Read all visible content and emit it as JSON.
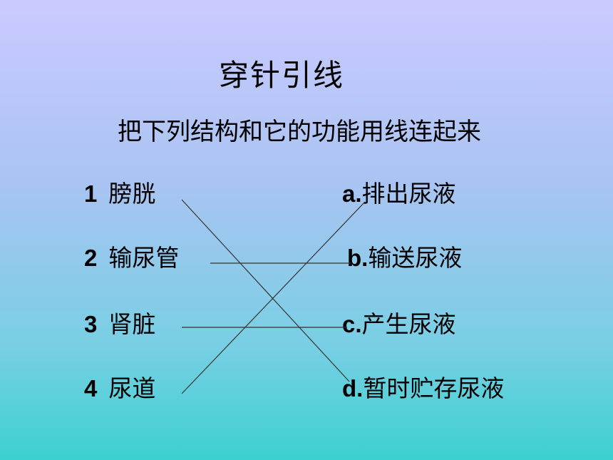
{
  "title": "穿针引线",
  "instruction": "把下列结构和它的功能用线连起来",
  "structures": [
    {
      "num": "1",
      "name": "膀胱"
    },
    {
      "num": "2",
      "name": "输尿管"
    },
    {
      "num": "3",
      "name": "肾脏"
    },
    {
      "num": "4",
      "name": "尿道"
    }
  ],
  "functions": [
    {
      "letter": "a.",
      "text": "排出尿液"
    },
    {
      "letter": "b.",
      "text": "输送尿液"
    },
    {
      "letter": "c.",
      "text": "产生尿液"
    },
    {
      "letter": "d.",
      "text": "暂时贮存尿液"
    }
  ],
  "colors": {
    "line": "#333333"
  }
}
